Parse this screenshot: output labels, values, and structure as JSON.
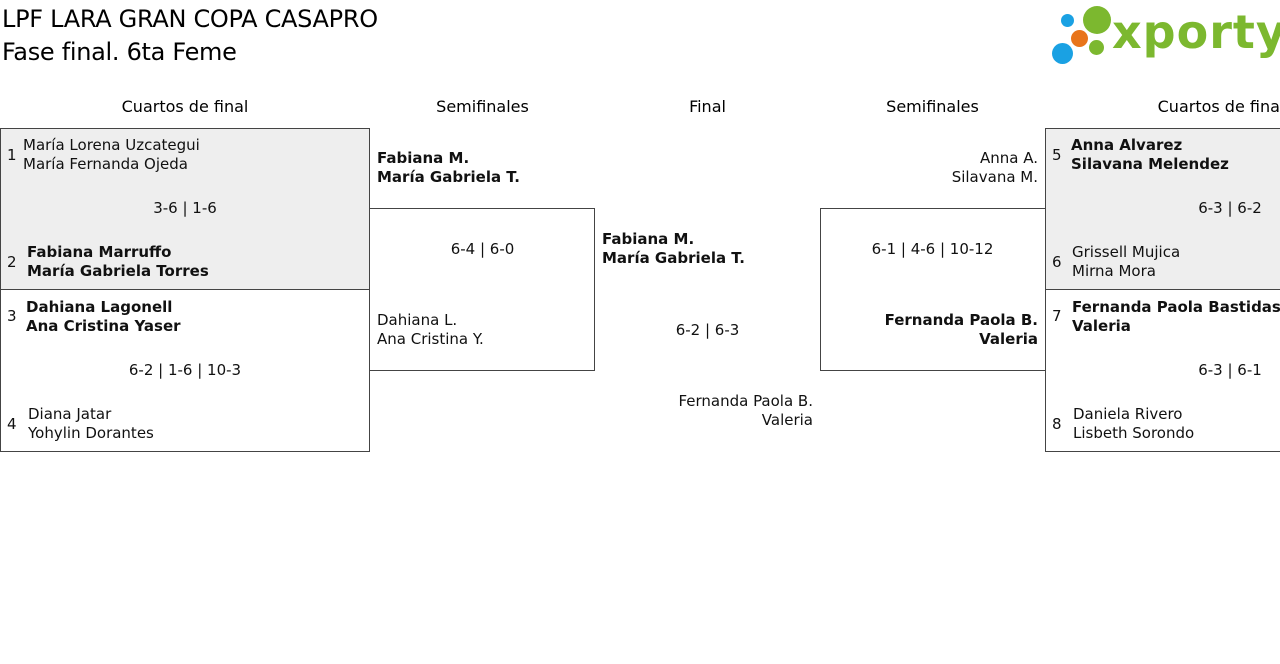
{
  "header": {
    "title_line1": "LPF LARA GRAN COPA CASAPRO",
    "title_line2": "Fase final. 6ta Feme",
    "logo_text": "xporty"
  },
  "colors": {
    "logo_green": "#7cb82f",
    "logo_blue": "#1aa1e3",
    "logo_orange": "#e8741a",
    "box_grey": "#eeeeee"
  },
  "columns": {
    "qf_left": "Cuartos de final",
    "sf_left": "Semifinales",
    "final": "Final",
    "sf_right": "Semifinales",
    "qf_right": "Cuartos de final"
  },
  "qf_left": [
    {
      "top": {
        "seed": "1",
        "p1": "María Lorena Uzcategui",
        "p2": "María Fernanda Ojeda"
      },
      "score": "3-6 | 1-6",
      "bottom": {
        "seed": "2",
        "p1": "Fabiana Marruffo",
        "p2": "María Gabriela Torres"
      }
    },
    {
      "top": {
        "seed": "3",
        "p1": "Dahiana Lagonell",
        "p2": "Ana Cristina Yaser"
      },
      "score": "6-2 | 1-6 | 10-3",
      "bottom": {
        "seed": "4",
        "p1": "Diana Jatar",
        "p2": "Yohylin Dorantes"
      }
    }
  ],
  "sf_left": {
    "top": {
      "p1": "Fabiana M.",
      "p2": "María Gabriela T."
    },
    "score": "6-4 | 6-0",
    "bottom": {
      "p1": "Dahiana L.",
      "p2": "Ana Cristina Y."
    }
  },
  "final": {
    "top": {
      "p1": "Fabiana M.",
      "p2": "María Gabriela T."
    },
    "score": "6-2 | 6-3",
    "bottom": {
      "p1": "Fernanda Paola B.",
      "p2": "Valeria"
    }
  },
  "sf_right": {
    "top": {
      "p1": "Anna A.",
      "p2": "Silavana M."
    },
    "score": "6-1 | 4-6 | 10-12",
    "bottom": {
      "p1": "Fernanda Paola B.",
      "p2": "Valeria"
    }
  },
  "qf_right": [
    {
      "top": {
        "seed": "5",
        "p1": "Anna Alvarez",
        "p2": "Silavana Melendez"
      },
      "score": "6-3 | 6-2",
      "bottom": {
        "seed": "6",
        "p1": "Grissell Mujica",
        "p2": "Mirna Mora"
      }
    },
    {
      "top": {
        "seed": "7",
        "p1": "Fernanda Paola Bastidas Mo",
        "p2": "Valeria"
      },
      "score": "6-3 | 6-1",
      "bottom": {
        "seed": "8",
        "p1": "Daniela Rivero",
        "p2": "Lisbeth Sorondo"
      }
    }
  ]
}
